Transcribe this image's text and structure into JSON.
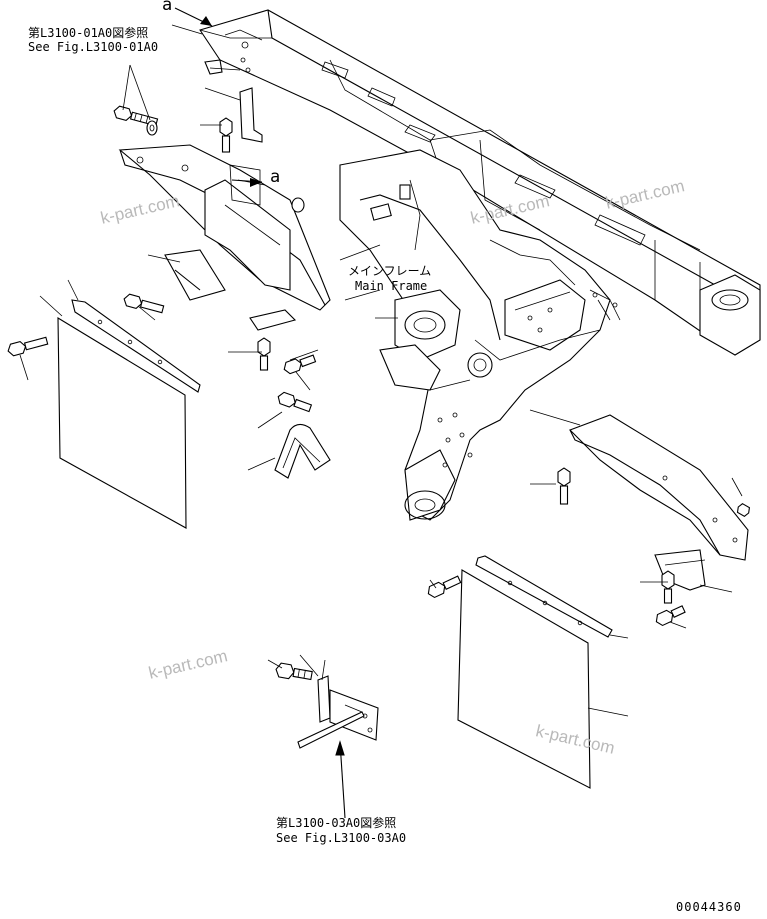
{
  "references": {
    "top": {
      "jp": "第L3100-01A0図参照",
      "en": "See Fig.L3100-01A0"
    },
    "bottom": {
      "jp": "第L3100-03A0図参照",
      "en": "See Fig.L3100-03A0"
    }
  },
  "main_frame": {
    "jp": "メインフレーム",
    "en": "Main Frame"
  },
  "view_marks": {
    "top": "a",
    "mid": "a"
  },
  "watermarks": [
    "k-part.com",
    "k-part.com",
    "k-part.com",
    "k-part.com",
    "k-part.com"
  ],
  "drawing_number": "00044360"
}
